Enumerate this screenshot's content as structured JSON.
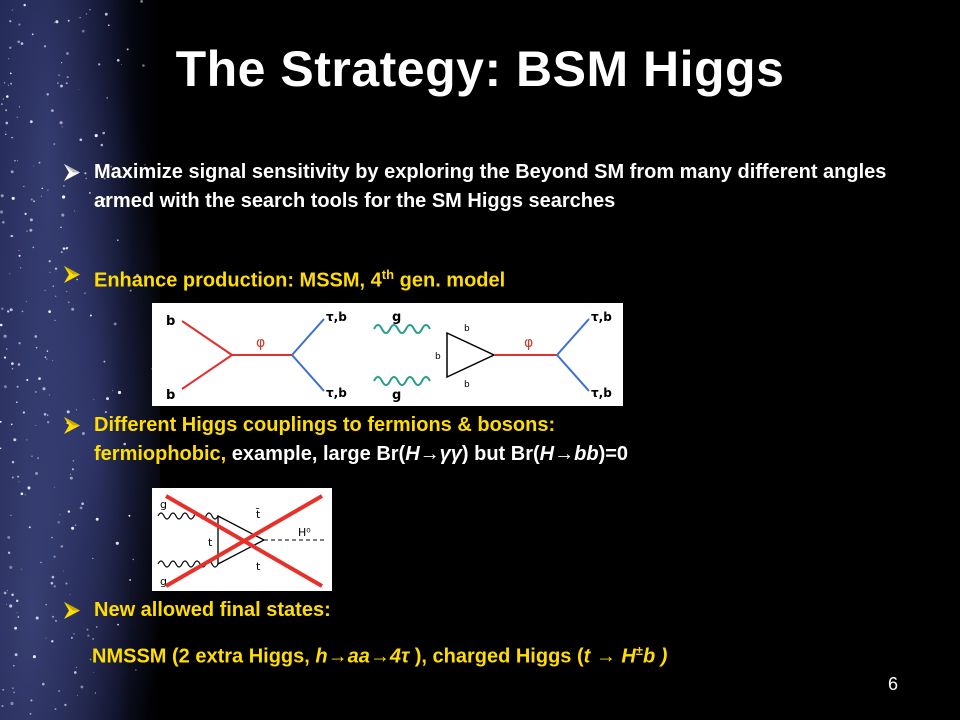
{
  "slide": {
    "title": "The Strategy: BSM Higgs",
    "page_number": "6"
  },
  "bullets": {
    "b1": "Maximize signal sensitivity by exploring the Beyond SM from many different angles armed with the search tools for the SM Higgs searches",
    "b2_pre": "Enhance production:  MSSM, 4",
    "b2_sup": "th",
    "b2_post": " gen. model",
    "b3_line1": "Different Higgs couplings to fermions & bosons:",
    "b3_l2_a": "fermiophobic,",
    "b3_l2_b": " example,  large Br(",
    "b3_l2_c": "H→γγ",
    "b3_l2_d": ") but Br(",
    "b3_l2_e": "H→bb",
    "b3_l2_f": ")=0",
    "b4": "New allowed final states:",
    "b4_sub_a": "NMSSM (2 extra Higgs, ",
    "b4_sub_b": "h→aa→4τ",
    "b4_sub_c": " ), charged Higgs (",
    "b4_sub_d": "t → H",
    "b4_sub_e": "±",
    "b4_sub_f": "b )"
  },
  "diagram1": {
    "left_in_top": "b",
    "left_in_bottom": "b",
    "left_mid": "φ",
    "left_out_top": "τ,b",
    "left_out_bottom": "τ,b",
    "right_in_top": "g",
    "right_in_bottom": "g",
    "right_loop_top": "b",
    "right_loop_left": "b",
    "right_loop_bottom": "b",
    "right_mid": "φ",
    "right_out_top": "τ,b",
    "right_out_bottom": "τ,b"
  },
  "diagram2": {
    "in_top": "g",
    "in_bottom": "g",
    "loop_top": "t̄",
    "loop_left": "t",
    "loop_bottom": "t",
    "out": "H⁰"
  },
  "colors": {
    "title": "#ffffff",
    "yellow": "#ffdd00",
    "line_red": "#e03030",
    "line_blue": "#3a6fd0",
    "cross_red": "#e8302a"
  }
}
